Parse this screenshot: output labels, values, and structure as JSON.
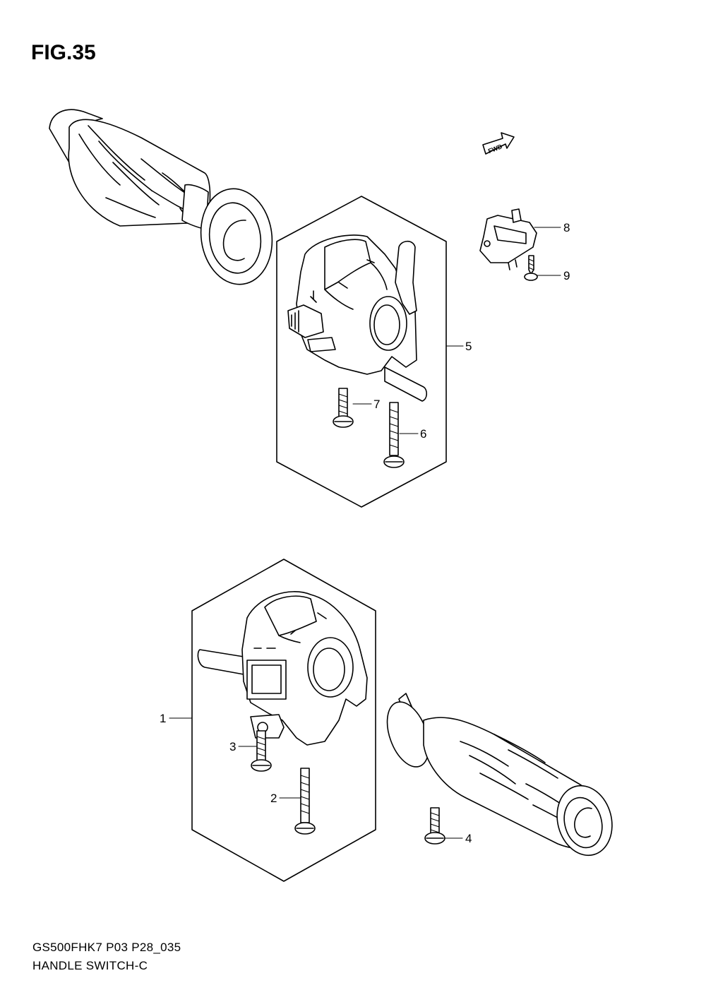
{
  "figure": {
    "title": "FIG.35",
    "footer_code": "GS500FHK7 P03 P28_035",
    "footer_name": "HANDLE SWITCH-C",
    "fwd_label": "FWD"
  },
  "callouts": [
    {
      "id": "c1",
      "label": "1"
    },
    {
      "id": "c2",
      "label": "2"
    },
    {
      "id": "c3",
      "label": "3"
    },
    {
      "id": "c4",
      "label": "4"
    },
    {
      "id": "c5",
      "label": "5"
    },
    {
      "id": "c6",
      "label": "6"
    },
    {
      "id": "c7",
      "label": "7"
    },
    {
      "id": "c8",
      "label": "8"
    },
    {
      "id": "c9",
      "label": "9"
    }
  ]
}
